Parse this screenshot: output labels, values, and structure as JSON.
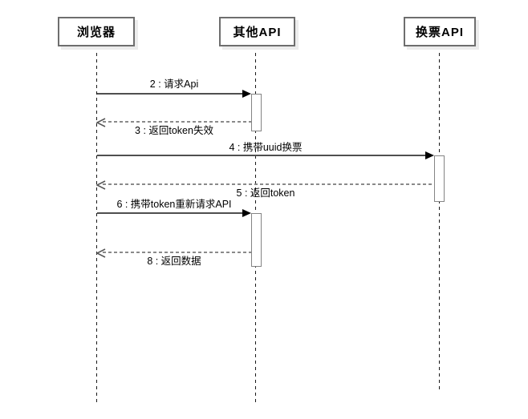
{
  "diagram": {
    "kind": "uml-sequence-diagram",
    "participants": [
      {
        "name": "浏览器"
      },
      {
        "name": "其他API"
      },
      {
        "name": "换票API"
      }
    ],
    "messages": [
      {
        "label": "2 : 请求Api",
        "from": "浏览器",
        "to": "其他API",
        "line": "solid",
        "arrow": "filled"
      },
      {
        "label": "3 : 返回token失效",
        "from": "其他API",
        "to": "浏览器",
        "line": "dashed",
        "arrow": "open"
      },
      {
        "label": "4 : 携带uuid换票",
        "from": "浏览器",
        "to": "换票API",
        "line": "solid",
        "arrow": "filled"
      },
      {
        "label": "5 : 返回token",
        "from": "换票API",
        "to": "浏览器",
        "line": "dashed",
        "arrow": "open"
      },
      {
        "label": "6 : 携带token重新请求API",
        "from": "浏览器",
        "to": "其他API",
        "line": "solid",
        "arrow": "filled"
      },
      {
        "label": "8 : 返回数据",
        "from": "其他API",
        "to": "浏览器",
        "line": "dashed",
        "arrow": "open"
      }
    ],
    "colors": {
      "background": "#ffffff",
      "participant_border": "#6e6e6e",
      "participant_shadow": "#ececec",
      "lifeline": "#1a1a1a",
      "solid_message_line": "#4f4f4f",
      "dashed_message_line": "#8a8a8a",
      "filled_arrowhead": "#000000",
      "open_arrowhead": "#555555",
      "activation_border": "#848484",
      "activation_fill": "#ffffff",
      "text": "#000000"
    }
  }
}
